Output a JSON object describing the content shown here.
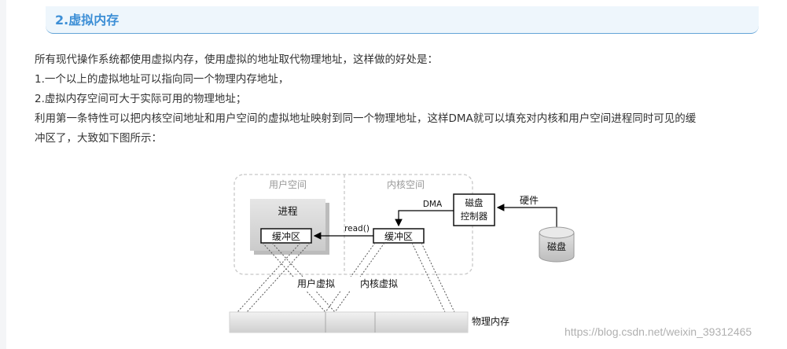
{
  "heading": "2.虚拟内存",
  "paragraphs": [
    "所有现代操作系统都使用虚拟内存，使用虚拟的地址取代物理地址，这样做的好处是：",
    "1.一个以上的虚拟地址可以指向同一个物理内存地址，",
    "2.虚拟内存空间可大于实际可用的物理地址；",
    "利用第一条特性可以把内核空间地址和用户空间的虚拟地址映射到同一个物理地址，这样DMA就可以填充对内核和用户空间进程同时可见的缓",
    "冲区了，大致如下图所示："
  ],
  "diagram": {
    "user_space": "用户空间",
    "kernel_space": "内核空间",
    "process": "进程",
    "user_buffer": "缓冲区",
    "kernel_buffer": "缓冲区",
    "read_call": "read()",
    "dma": "DMA",
    "disk_controller_line1": "磁盘",
    "disk_controller_line2": "控制器",
    "hardware": "硬件",
    "disk": "磁盘",
    "user_virtual": "用户虚拟",
    "kernel_virtual": "内核虚拟",
    "physical_memory": "物理内存"
  },
  "watermark": "https://blog.csdn.net/weixin_39312465"
}
